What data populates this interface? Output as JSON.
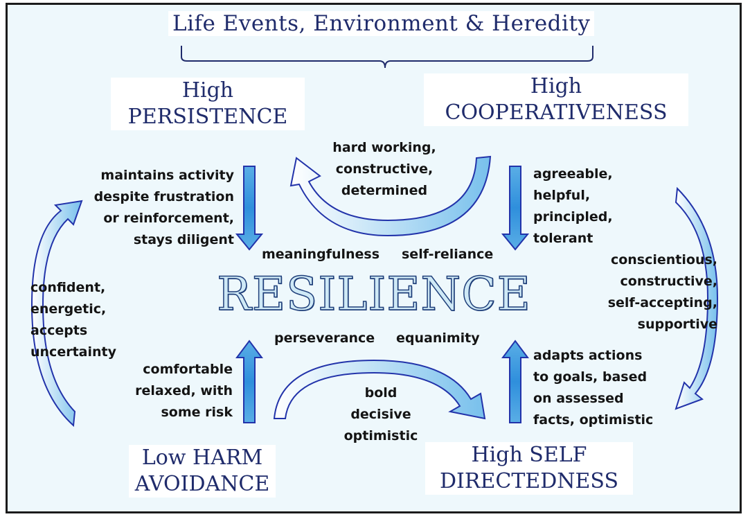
{
  "diagram": {
    "title": "Life Events, Environment & Heredity",
    "center": "RESILIENCE",
    "nodes": {
      "persistence": "High\nPERSISTENCE",
      "cooperativeness": "High\nCOOPERATIVENESS",
      "harm_avoidance": "Low HARM\nAVOIDANCE",
      "self_directedness": "High SELF\nDIRECTEDNESS"
    },
    "traits": {
      "meaningfulness": "meaningfulness",
      "self_reliance": "self-reliance",
      "perseverance": "perseverance",
      "equanimity": "equanimity"
    },
    "labels": {
      "top_arc": "hard working,\nconstructive,\ndetermined",
      "persistence_arrow": "maintains activity\ndespite frustration\nor reinforcement,\nstays diligent",
      "cooperativeness_arrow": "agreeable,\nhelpful,\nprincipled,\ntolerant",
      "right_arc": "conscientious,\nconstructive,\nself-accepting,\nsupportive",
      "left_arc": "confident,\nenergetic,\naccepts\nuncertainty",
      "harm_arrow": "comfortable\nrelaxed, with\nsome risk",
      "bottom_arc": "bold\ndecisive\noptimistic",
      "self_directedness_arrow": "adapts actions\nto goals, based\non assessed\nfacts, optimistic"
    },
    "colors": {
      "arrow_fill_light": "#d8eef8",
      "arrow_fill_dark": "#6ab8ea",
      "arrow_stroke": "#2233aa",
      "heading_text": "#1f2b6b",
      "background": "#eef8fc"
    }
  }
}
